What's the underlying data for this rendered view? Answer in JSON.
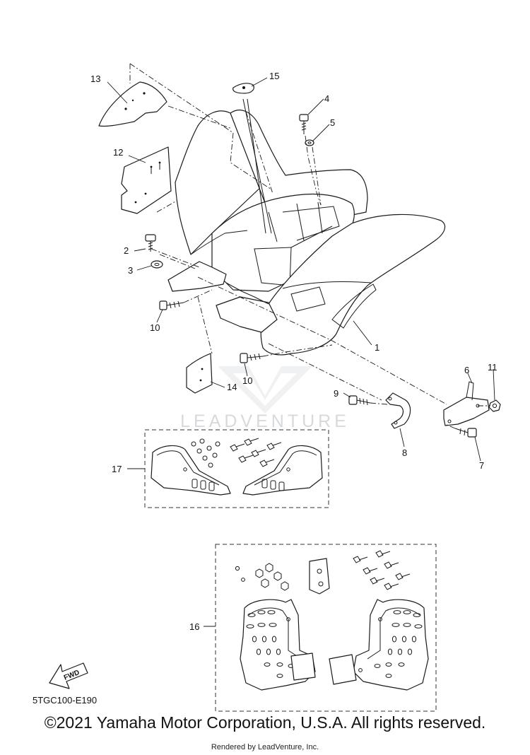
{
  "diagram": {
    "callouts": [
      "1",
      "2",
      "3",
      "4",
      "5",
      "6",
      "7",
      "8",
      "9",
      "10",
      "11",
      "12",
      "13",
      "14",
      "15",
      "16",
      "17"
    ],
    "callout_10_second": "10",
    "reference_code": "5TGC100-E190",
    "direction_label": "FWD",
    "watermark": "LEADVENTURE"
  },
  "footer": {
    "copyright": "©2021 Yamaha Motor Corporation, U.S.A. All rights reserved.",
    "rendered_by": "Rendered by LeadVenture, Inc."
  }
}
